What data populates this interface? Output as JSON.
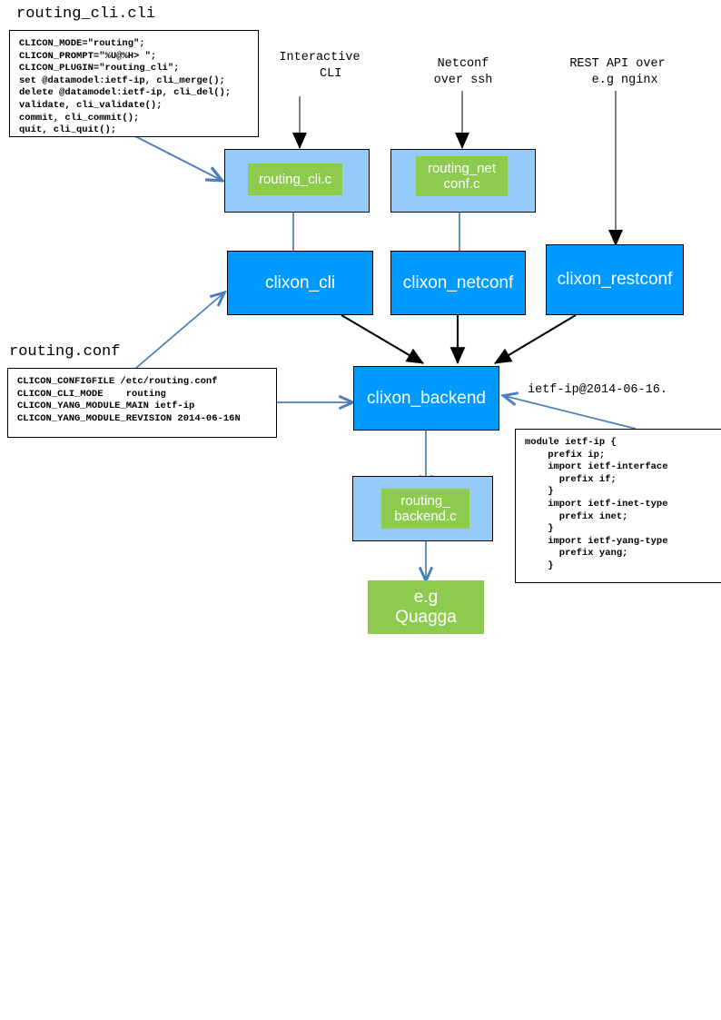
{
  "diagram": {
    "title_cli_file": "routing_cli.cli",
    "title_conf_file": "routing.conf",
    "yang_label": "ietf-ip@2014-06-16.",
    "colors": {
      "primary_blue": "#0099FF",
      "light_blue": "#95CBFB",
      "green": "#8CCB4E",
      "arrow_blue": "#4A7EBB",
      "arrow_black": "#000000",
      "arrow_gray": "#7F7F7F"
    }
  },
  "code_blocks": {
    "routing_cli_cli": "CLICON_MODE=\"routing\";\nCLICON_PROMPT=\"%U@%H> \";\nCLICON_PLUGIN=\"routing_cli\";\nset @datamodel:ietf-ip, cli_merge();\ndelete @datamodel:ietf-ip, cli_del();\nvalidate, cli_validate();\ncommit, cli_commit();\nquit, cli_quit();",
    "routing_conf": "CLICON_CONFIGFILE /etc/routing.conf\nCLICON_CLI_MODE    routing\nCLICON_YANG_MODULE_MAIN ietf-ip\nCLICON_YANG_MODULE_REVISION 2014-06-16N",
    "ietf_ip_yang": "module ietf-ip {\n    prefix ip;\n    import ietf-interface\n      prefix if;\n    }\n    import ietf-inet-type\n      prefix inet;\n    }\n    import ietf-yang-type\n      prefix yang;\n    }"
  },
  "annotations": {
    "interactive_cli": "Interactive\n   CLI",
    "netconf_over_ssh": "Netconf\nover ssh",
    "rest_api": "REST API over\n  e.g nginx"
  },
  "nodes": {
    "routing_cli_c": "routing_cli.c",
    "routing_netconf_c": "routing_net\nconf.c",
    "routing_backend_c": "routing_\nbackend.c",
    "clixon_cli": "clixon_cli",
    "clixon_netconf": "clixon_netconf",
    "clixon_restconf": "clixon_restconf",
    "clixon_backend": "clixon_backend",
    "quagga": "e.g\nQuagga"
  }
}
